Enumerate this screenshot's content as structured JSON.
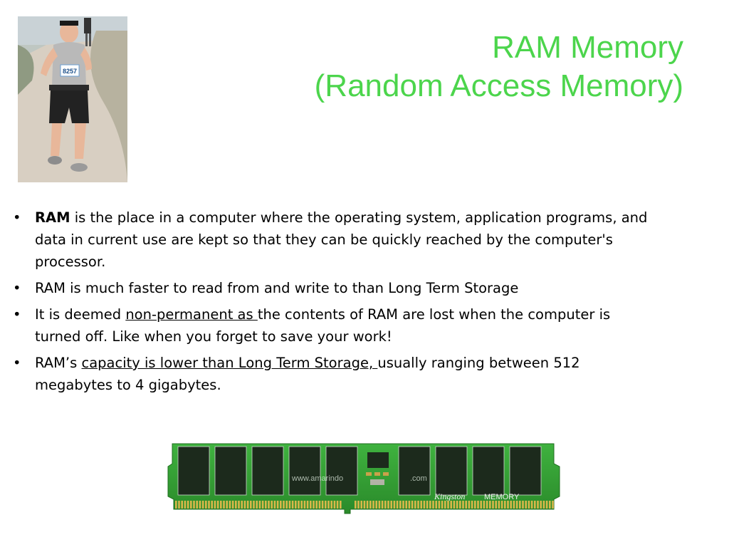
{
  "title": {
    "line1": "RAM Memory",
    "line2": "(Random Access Memory)"
  },
  "bullets": [
    {
      "bold": "RAM",
      "text": " is the place in a computer where the operating system, application programs, and data in current use are kept so that they can be quickly reached by the computer's processor."
    },
    {
      "text": "RAM is much faster to read from and write to than Long Term Storage"
    },
    {
      "pre": "It is deemed ",
      "underline": "non-permanent as ",
      "post": "the contents of RAM are lost when the computer is turned off.  Like when you forget to save your work!"
    },
    {
      "pre": "RAM’s ",
      "underline": "capacity is lower than Long Term Storage, ",
      "post": "usually ranging between 512 megabytes to 4 gigabytes."
    }
  ],
  "bullet_glyph": "•",
  "photo": {
    "bib_number": "8257"
  },
  "ram_image": {
    "watermark": "www.amarindo",
    "watermark_suffix": ".com",
    "brand": "Kingston",
    "brand_suffix": "MEMORY"
  },
  "colors": {
    "title": "#4cd54c",
    "pcb": "#2e9a2e",
    "chip": "#1c2a1c",
    "contacts": "#d9b74a"
  }
}
